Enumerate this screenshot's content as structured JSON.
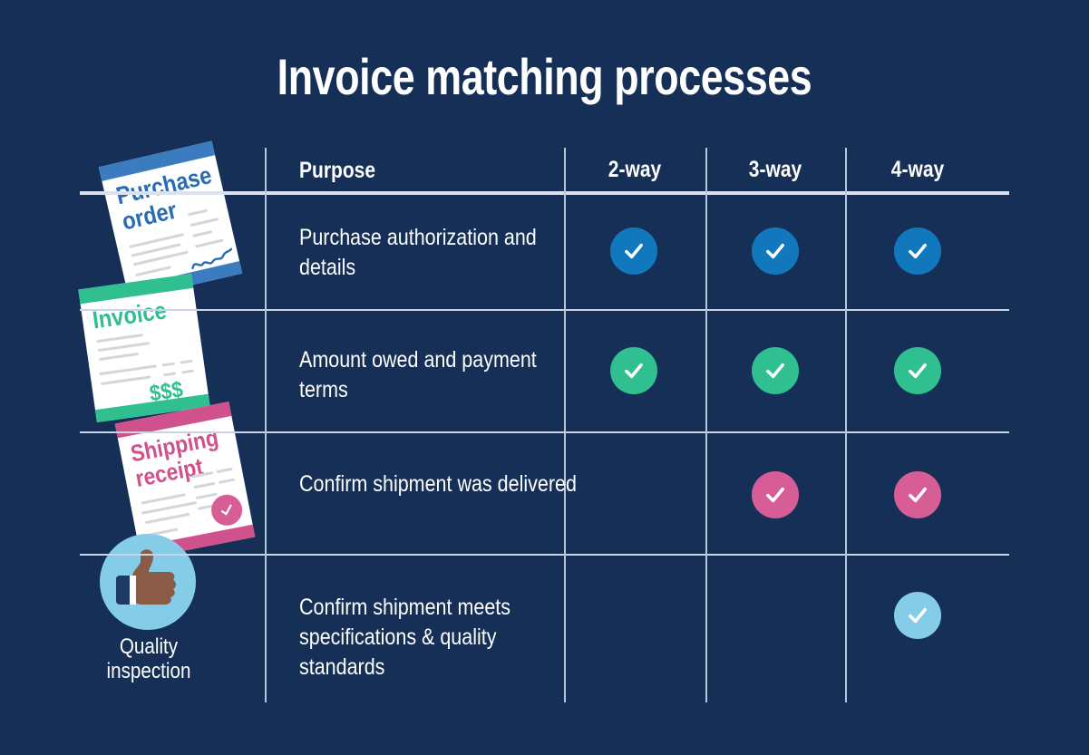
{
  "title": "Invoice matching processes",
  "background_color": "#152f56",
  "table": {
    "headers": [
      "Purpose",
      "2-way",
      "3-way",
      "4-way"
    ],
    "rows": [
      {
        "purpose": "Purchase authorization and details",
        "marks": {
          "2-way": true,
          "3-way": true,
          "4-way": true
        },
        "mark_color": "#1278be"
      },
      {
        "purpose": "Amount owed and payment terms",
        "marks": {
          "2-way": true,
          "3-way": true,
          "4-way": true
        },
        "mark_color": "#2fbf91"
      },
      {
        "purpose": "Confirm shipment was delivered",
        "marks": {
          "2-way": false,
          "3-way": true,
          "4-way": true
        },
        "mark_color": "#d75d96"
      },
      {
        "purpose": "Confirm shipment meets specifications & quality standards",
        "marks": {
          "2-way": false,
          "3-way": false,
          "4-way": true
        },
        "mark_color": "#85cce9"
      }
    ]
  },
  "documents": [
    {
      "name": "purchase-order",
      "title": "Purchase\norder",
      "accent_color": "#3a7cbf",
      "text_color": "#2a6cb4"
    },
    {
      "name": "invoice",
      "title": "Invoice",
      "accent_color": "#2fbf91",
      "text_color": "#2fbf91",
      "amount_label": "$$$"
    },
    {
      "name": "shipping-receipt",
      "title": "Shipping\nreceipt",
      "accent_color": "#d75d96",
      "text_color": "#d0528d"
    }
  ],
  "quality": {
    "label": "Quality\ninspection",
    "circle_color": "#85cce9",
    "hand_color": "#8a5c47",
    "sleeve_color": "#1f3a63"
  }
}
